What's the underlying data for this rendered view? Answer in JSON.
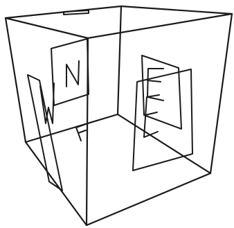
{
  "figure": {
    "description_free": true,
    "object": "wireframe-cube",
    "panels": [
      {
        "id": "panel-top",
        "letter": ""
      },
      {
        "id": "panel-north",
        "letter": "N"
      },
      {
        "id": "panel-west",
        "letter": "W"
      },
      {
        "id": "panel-east",
        "letter": "E"
      },
      {
        "id": "panel-east-inner",
        "letter": "E"
      },
      {
        "id": "panel-floor",
        "letter": "F"
      }
    ]
  },
  "colors": {
    "line": "#1a1a1a",
    "background": "#ffffff"
  }
}
